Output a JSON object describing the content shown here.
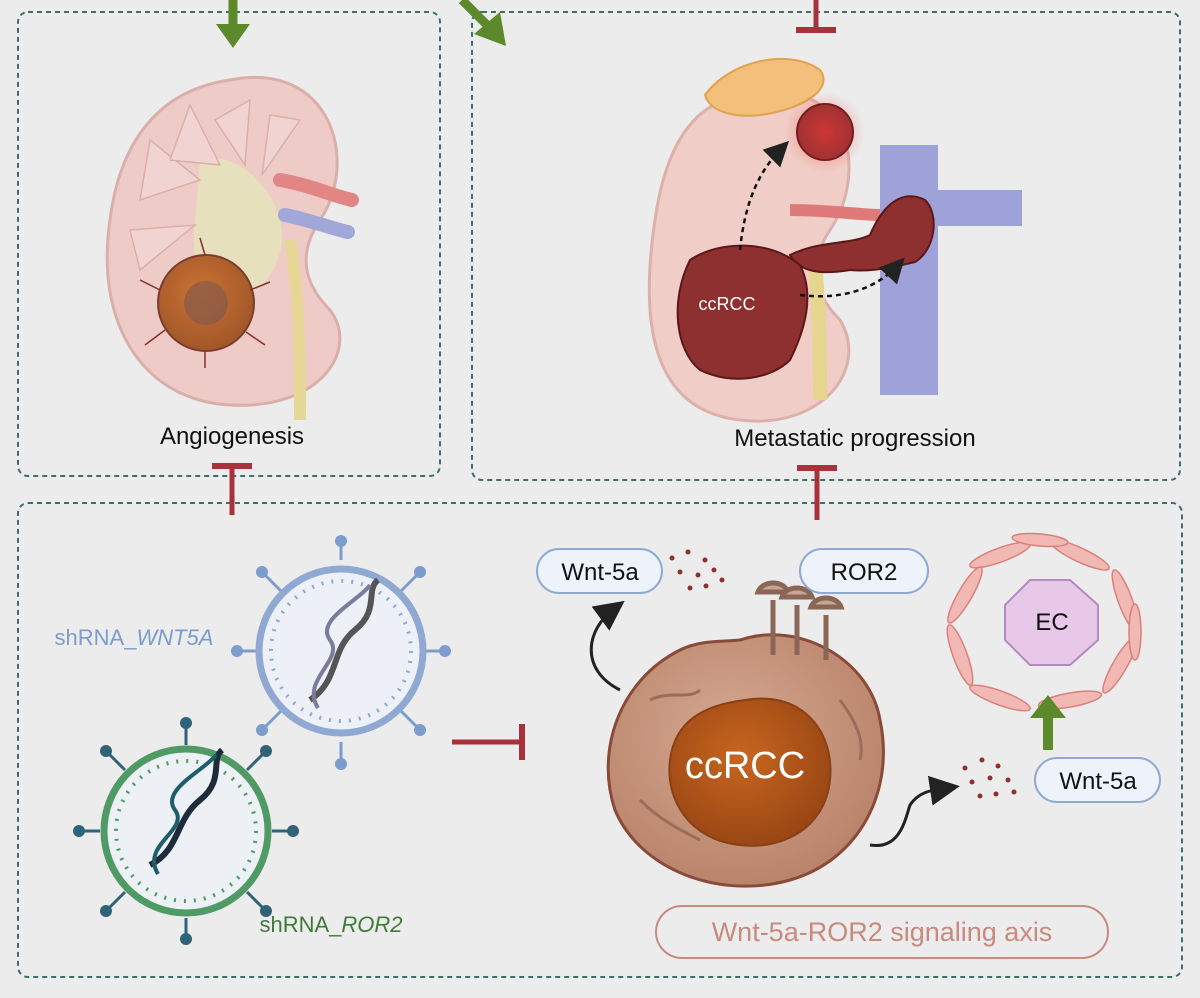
{
  "panels": {
    "angiogenesis": {
      "label": "Angiogenesis"
    },
    "metastatic": {
      "label": "Metastatic progression",
      "tumor_label": "ccRCC"
    },
    "signaling": {
      "wnt5a_top_label": "Wnt-5a",
      "ror2_label": "ROR2",
      "ec_label": "EC",
      "wnt5a_right_label": "Wnt-5a",
      "tumor_label": "ccRCC",
      "axis_label": "Wnt-5a-ROR2 signaling axis"
    }
  },
  "vectors": {
    "wnt5a": {
      "prefix": "shRNA_",
      "gene": "WNT5A"
    },
    "ror2": {
      "prefix": "shRNA_",
      "gene": "ROR2"
    }
  },
  "colors": {
    "background": "#ececec",
    "panel_border": "#3d6e6e",
    "inhibit": "#a8323c",
    "activate": "#5c8a2a",
    "tumor": "#8e3030",
    "vector_blue": "#7b9ccc",
    "vector_green": "#3f8f5a",
    "axis_text": "#c98a7e"
  }
}
